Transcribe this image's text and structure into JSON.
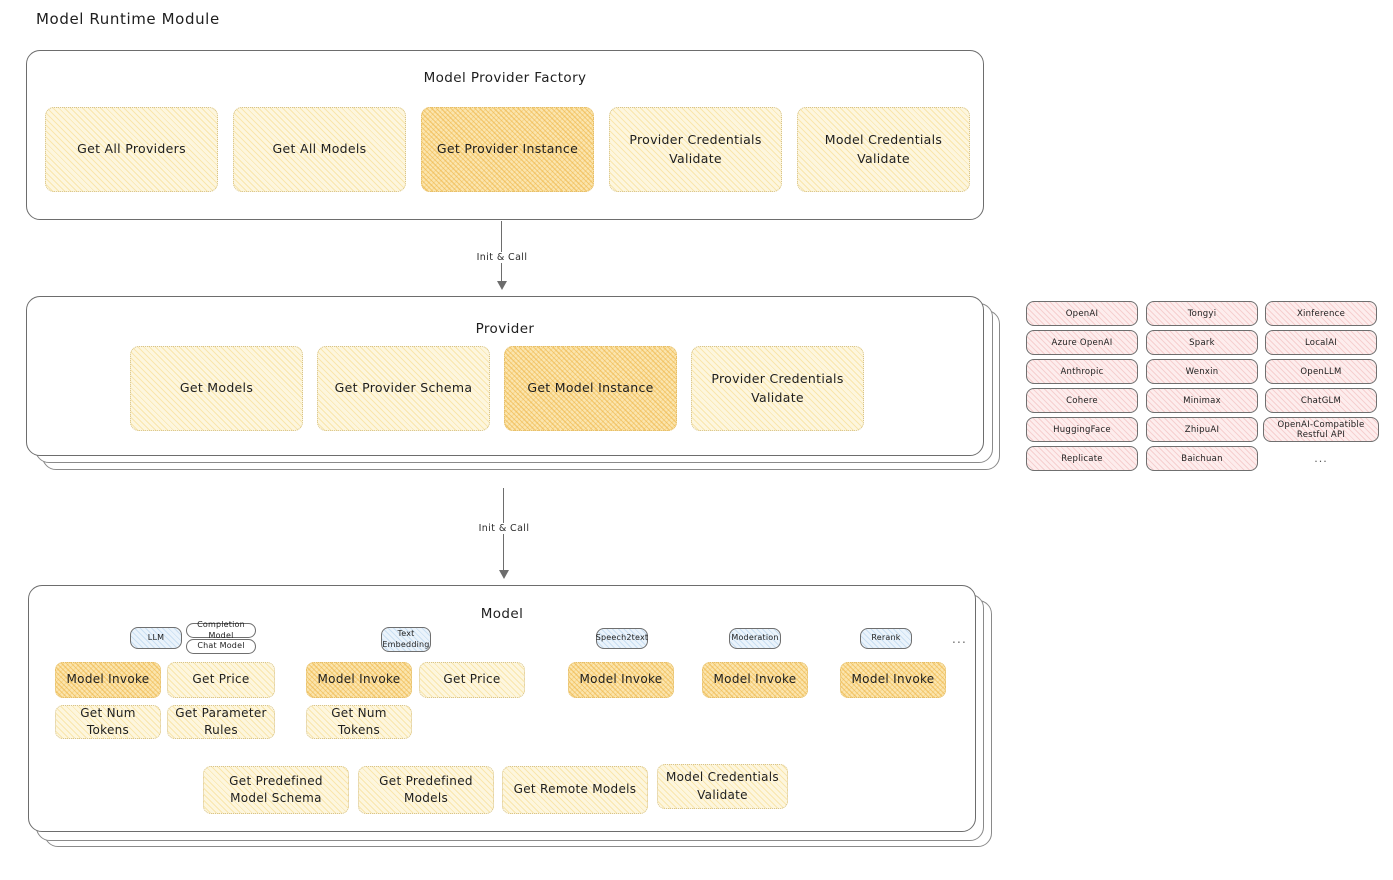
{
  "page": {
    "title": "Model Runtime Module"
  },
  "factory": {
    "title": "Model Provider Factory",
    "methods": [
      {
        "label": "Get All Providers",
        "highlight": false
      },
      {
        "label": "Get All Models",
        "highlight": false
      },
      {
        "label": "Get Provider Instance",
        "highlight": true
      },
      {
        "label": "Provider Credentials Validate",
        "highlight": false
      },
      {
        "label": "Model Credentials Validate",
        "highlight": false
      }
    ]
  },
  "arrows": [
    {
      "label": "Init & Call"
    },
    {
      "label": "Init & Call"
    }
  ],
  "provider": {
    "title": "Provider",
    "methods": [
      {
        "label": "Get Models",
        "highlight": false
      },
      {
        "label": "Get Provider Schema",
        "highlight": false
      },
      {
        "label": "Get Model Instance",
        "highlight": true
      },
      {
        "label": "Provider Credentials Validate",
        "highlight": false
      }
    ]
  },
  "provider_list": {
    "columns": [
      {
        "items": [
          "OpenAI",
          "Azure OpenAI",
          "Anthropic",
          "Cohere",
          "HuggingFace",
          "Replicate"
        ],
        "more": ""
      },
      {
        "items": [
          "Tongyi",
          "Spark",
          "Wenxin",
          "Minimax",
          "ZhipuAI",
          "Baichuan"
        ],
        "more": ""
      },
      {
        "items": [
          "Xinference",
          "LocalAI",
          "OpenLLM",
          "ChatGLM",
          "OpenAI-Compatible Restful API"
        ],
        "more": "..."
      }
    ]
  },
  "model": {
    "title": "Model",
    "ellipsis": "...",
    "types": [
      {
        "tag": "LLM",
        "subtags": [
          "Completion Model",
          "Chat Model"
        ],
        "methods": [
          {
            "label": "Model Invoke",
            "highlight": true
          },
          {
            "label": "Get Price",
            "highlight": false
          },
          {
            "label": "Get Num Tokens",
            "highlight": false
          },
          {
            "label": "Get Parameter Rules",
            "highlight": false
          }
        ]
      },
      {
        "tag": "Text Embedding",
        "subtags": [],
        "methods": [
          {
            "label": "Model Invoke",
            "highlight": true
          },
          {
            "label": "Get Price",
            "highlight": false
          },
          {
            "label": "Get Num Tokens",
            "highlight": false
          }
        ]
      },
      {
        "tag": "Speech2text",
        "subtags": [],
        "methods": [
          {
            "label": "Model Invoke",
            "highlight": true
          }
        ]
      },
      {
        "tag": "Moderation",
        "subtags": [],
        "methods": [
          {
            "label": "Model Invoke",
            "highlight": true
          }
        ]
      },
      {
        "tag": "Rerank",
        "subtags": [],
        "methods": [
          {
            "label": "Model Invoke",
            "highlight": true
          }
        ]
      }
    ],
    "common_methods": [
      {
        "label": "Get Predefined Model Schema"
      },
      {
        "label": "Get Predefined Models"
      },
      {
        "label": "Get Remote Models"
      },
      {
        "label": "Model Credentials Validate"
      }
    ]
  }
}
